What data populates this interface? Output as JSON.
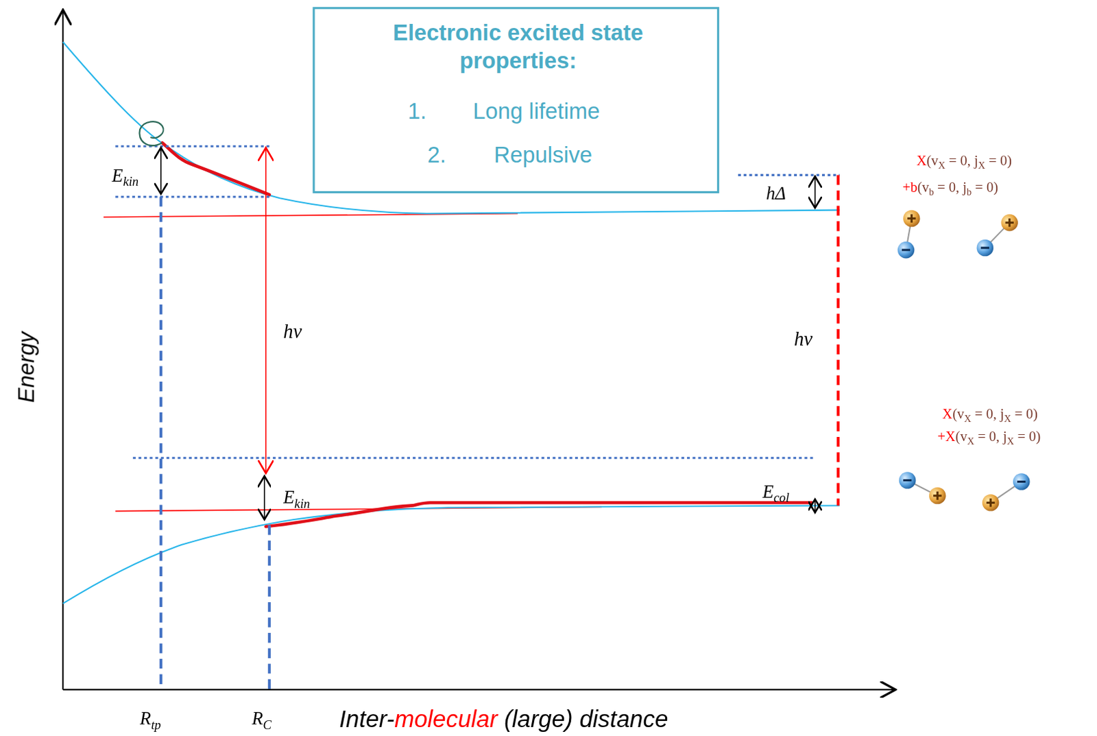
{
  "diagram": {
    "nodes": [
      {
        "text": [
          "Electronic excited state properties:",
          "1.",
          "Long lifetime",
          "2.",
          "Repulsive"
        ]
      }
    ],
    "labels": [
      "Ekin",
      "hν",
      "hΔ",
      "X(vX = 0, jX = 0)",
      "+b(vb = 0, jb = 0)",
      "hν",
      "X(vX = 0, jX = 0)",
      "+X(vX = 0, jX = 0)",
      "Ekin",
      "Ecol",
      "Energy",
      "Rtp",
      "RC",
      "Inter-molecular (large) distance"
    ]
  }
}
